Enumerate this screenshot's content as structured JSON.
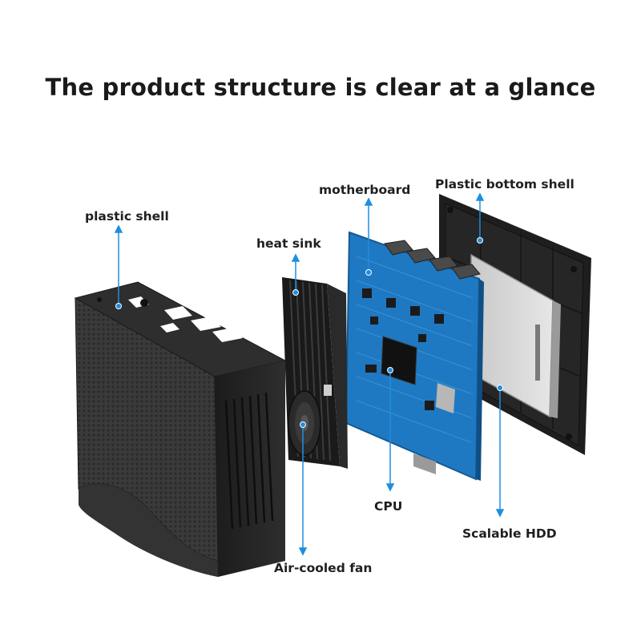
{
  "title": "The product structure is clear at a glance",
  "labels": {
    "plastic_shell": "plastic shell",
    "heat_sink": "heat sink",
    "motherboard": "motherboard",
    "bottom_shell": "Plastic bottom shell",
    "cpu": "CPU",
    "hdd": "Scalable HDD",
    "fan": "Air-cooled fan"
  },
  "colors": {
    "callout": "#1f8ee0",
    "pcb": "#1f79c2",
    "case": "#2b2b2b"
  }
}
